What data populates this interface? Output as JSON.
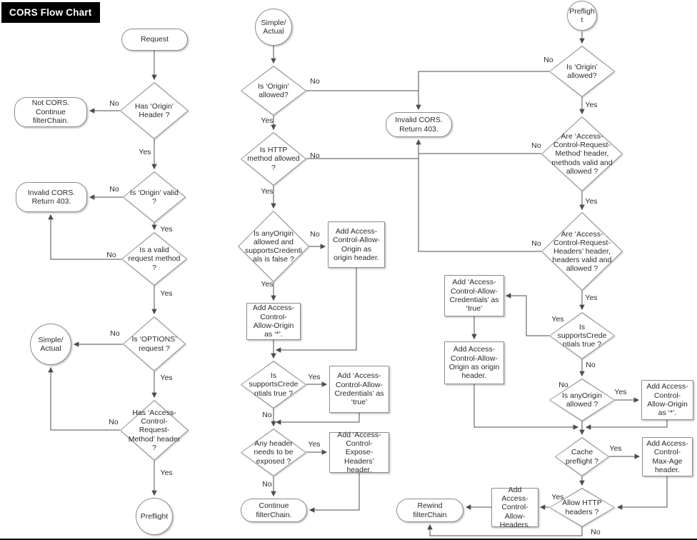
{
  "title": "CORS Flow Chart",
  "labels": {
    "yes": "Yes",
    "no": "No"
  },
  "colors": {
    "line": "#4d4d4d",
    "node_border": "#8c8c8c",
    "title_bg": "#000000",
    "title_fg": "#ffffff"
  },
  "nodes": {
    "request": "Request",
    "has_origin_header": "Has ‘Origin’ Header ?",
    "not_cors_continue": "Not CORS. Continue filterChain.",
    "is_origin_valid": "Is ‘Origin’ valid ?",
    "invalid_cors_left": "Invalid CORS. Return 403.",
    "is_valid_request_method": "Is a valid request method ?",
    "is_options_request": "Is ‘OPTIONS’ request ?",
    "simple_actual_left": "Simple/ Actual",
    "has_acrm_header": "Has ‘Access-Control-Request-Method’ header ?",
    "preflight_left": "Preflight",
    "simple_actual_mid": "Simple/ Actual",
    "is_origin_allowed_mid": "Is ‘Origin’ allowed?",
    "is_http_method_allowed": "Is HTTP method allowed ?",
    "invalid_cors_mid": "Invalid CORS. Return 403.",
    "is_anyorigin_supportscred_false": "Is anyOrigin allowed and supportsCredentials is false ?",
    "add_acao_origin_mid": "Add Access-Control-Allow-Origin as origin header.",
    "add_acao_star_mid": "Add Access-Control-Allow-Origin as ‘*’.",
    "is_supportscred_true_mid": "Is supportsCredentials true ?",
    "add_acac_true_mid": "Add ‘Access-Control-Allow-Credentials’ as ‘true’",
    "any_header_exposed": "Any header needs to be exposed ?",
    "add_aceh_header": "Add ‘Access-Control-Expose-Headers’ header.",
    "continue_filterchain": "Continue filterChain.",
    "preflight_right": "Preflight",
    "is_origin_allowed_right": "Is ‘Origin’ allowed?",
    "are_acrm_valid": "Are ‘Access-Control-Request-Method’ header, methods valid and allowed ?",
    "are_acrh_valid": "Are ‘Access-Control-Request-Headers’ header, headers valid and allowed ?",
    "is_supportscred_true_right": "Is supportsCredentials true ?",
    "add_acac_true_right": "Add ‘Access-Control-Allow-Credentials’ as ‘true’",
    "add_acao_origin_right": "Add Access-Control-Allow-Origin as origin header.",
    "is_anyorigin_allowed": "Is anyOrigin allowed ?",
    "add_acao_star_right": "Add Access-Control-Allow-Origin as ‘*’.",
    "cache_preflight": "Cache preflight ?",
    "add_max_age": "Add Access-Control-Max-Age header.",
    "allow_http_headers": "Allow HTTP headers ?",
    "add_acah": "Add Access-Control-Allow-Headers.",
    "rewind_filterchain": "Rewind filterChain"
  }
}
